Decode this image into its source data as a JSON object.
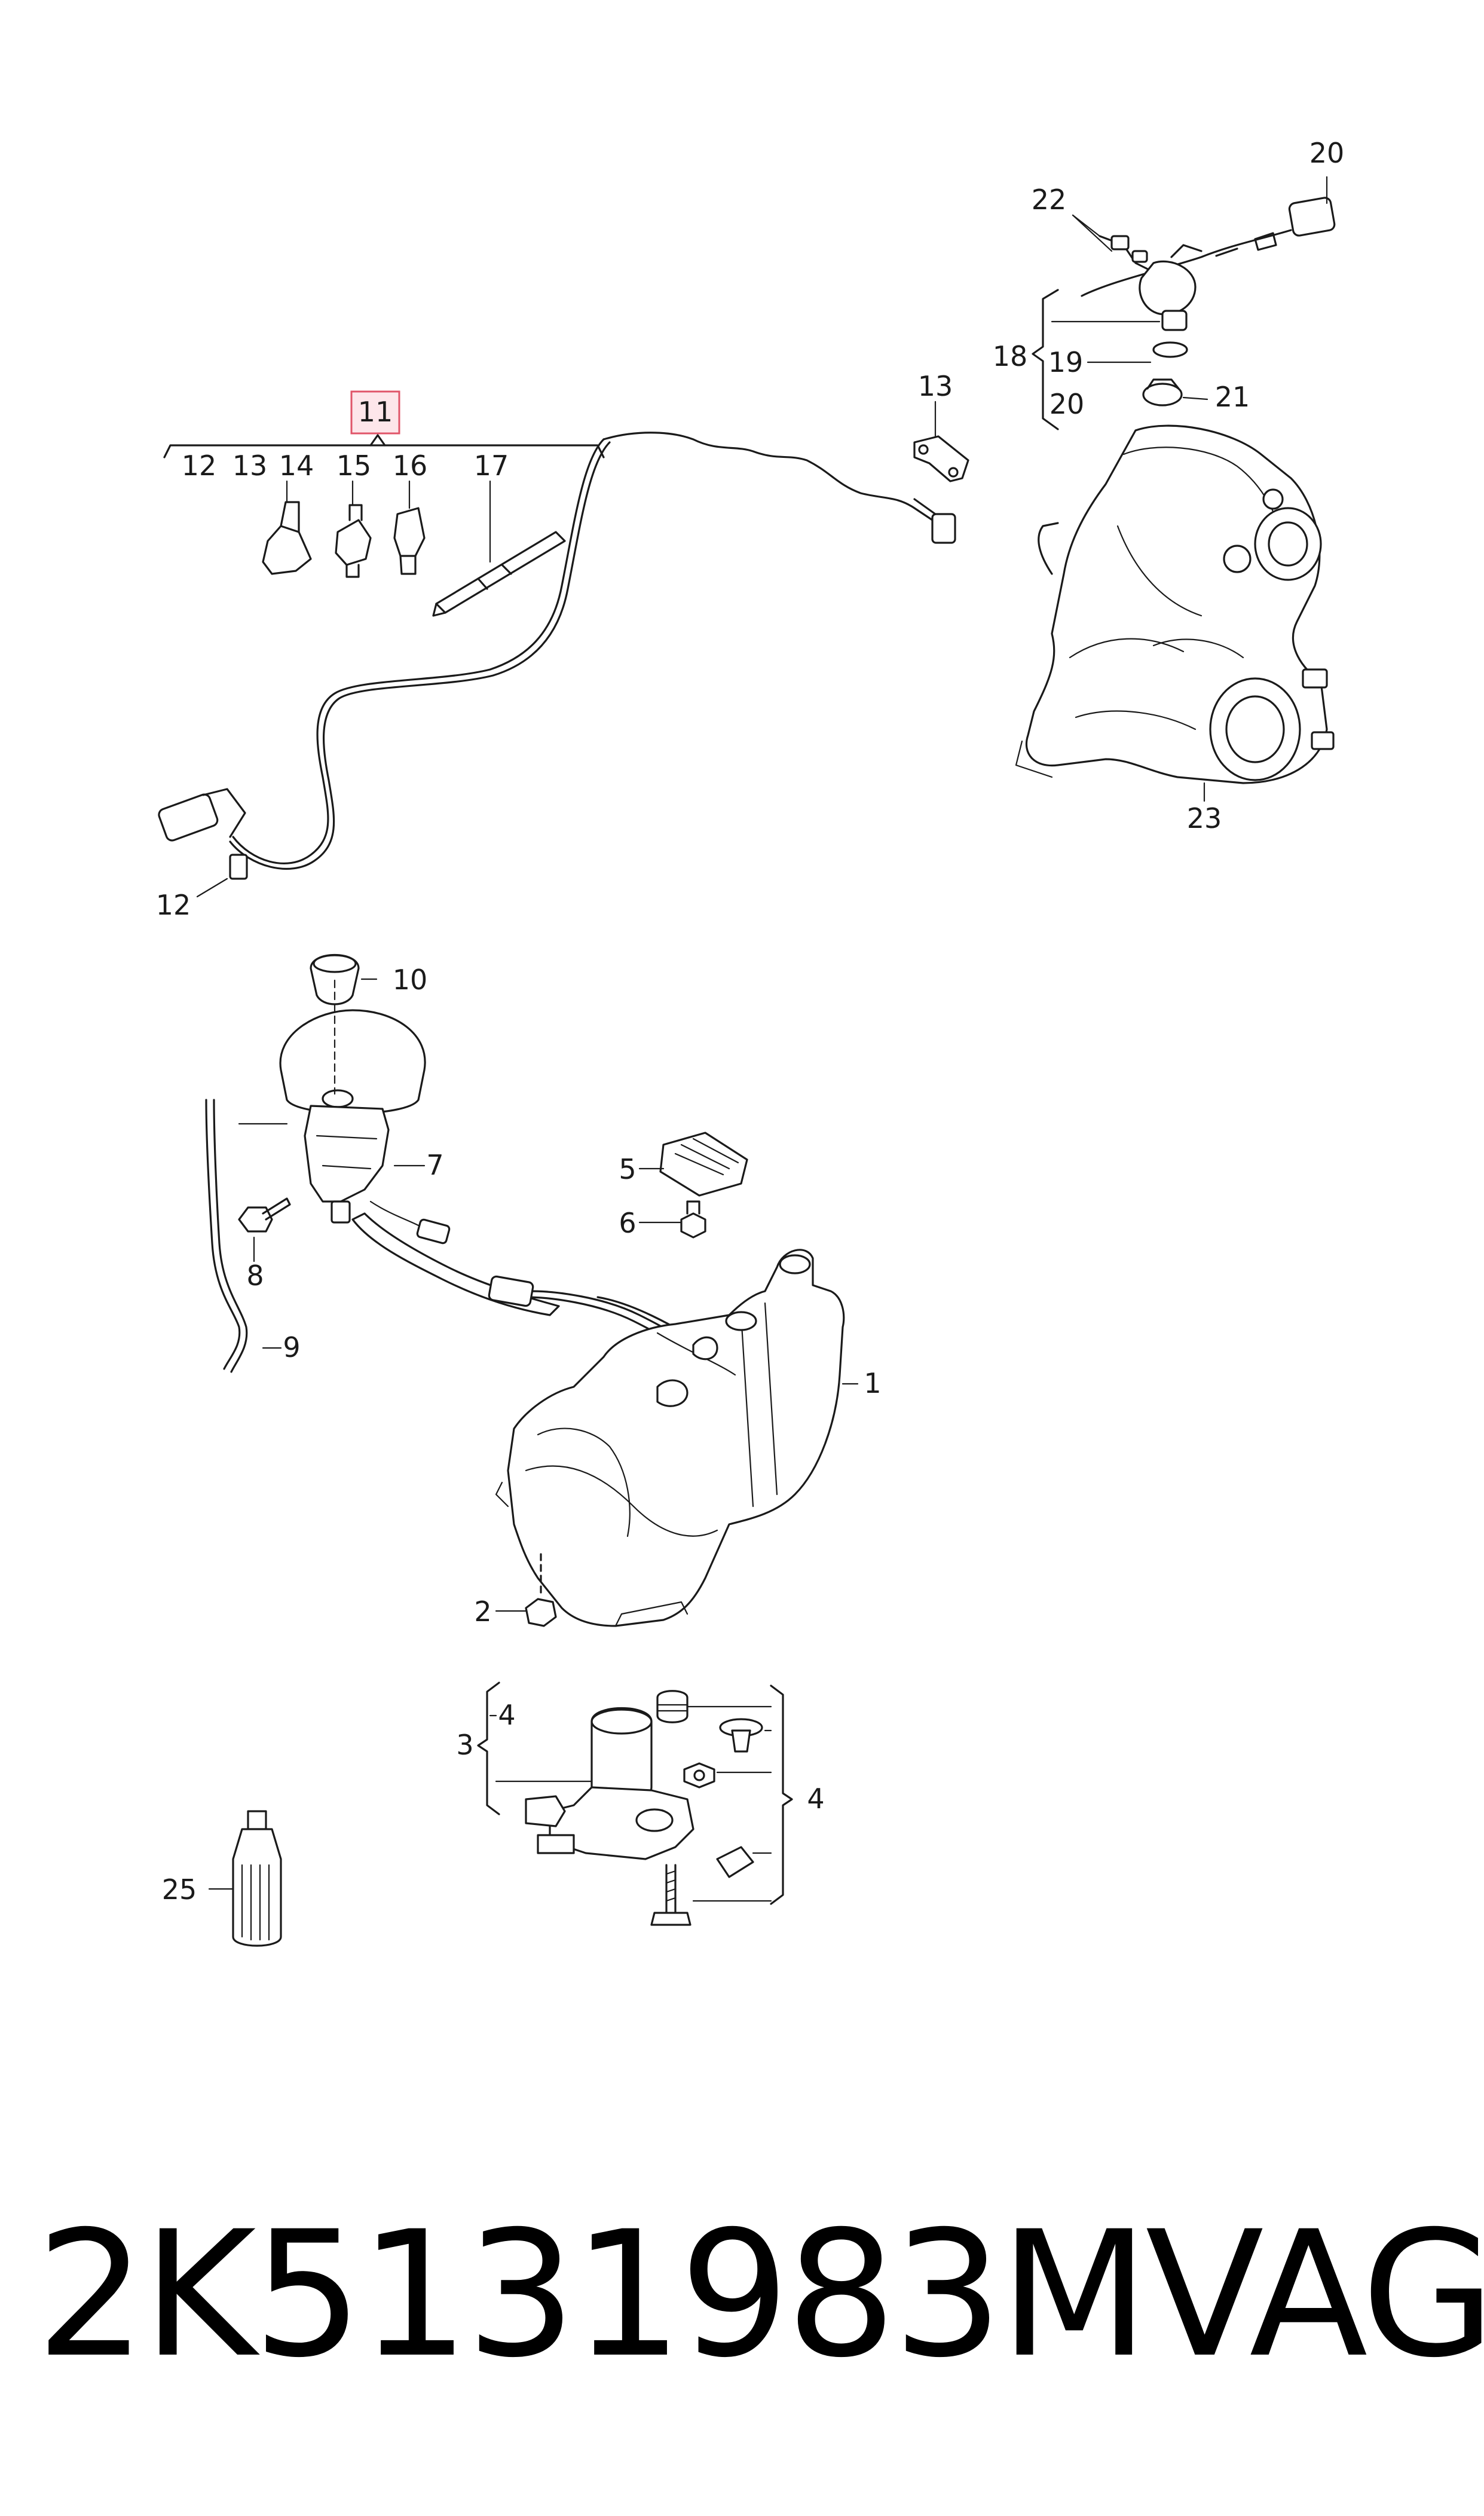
{
  "callouts": {
    "c1": "1",
    "c2": "2",
    "c3": "3",
    "c4a": "4",
    "c4b": "4",
    "c5": "5",
    "c6": "6",
    "c7": "7",
    "c8": "8",
    "c9": "9",
    "c10": "10",
    "c11": "11",
    "c12a": "12",
    "c12b": "12",
    "c13": "13",
    "c14": "14",
    "c15": "15",
    "c16": "16",
    "c17": "17",
    "c18": "18",
    "c19": "19",
    "c20a": "20",
    "c20b": "20",
    "c21": "21",
    "c22": "22",
    "c23": "23",
    "c25": "25"
  },
  "footer": {
    "part_number": "2K5131983M",
    "brand": "VAG"
  },
  "colors": {
    "line": "#1a1a1a",
    "highlight_fill": "#fde6ea",
    "highlight_border": "#e05569"
  }
}
